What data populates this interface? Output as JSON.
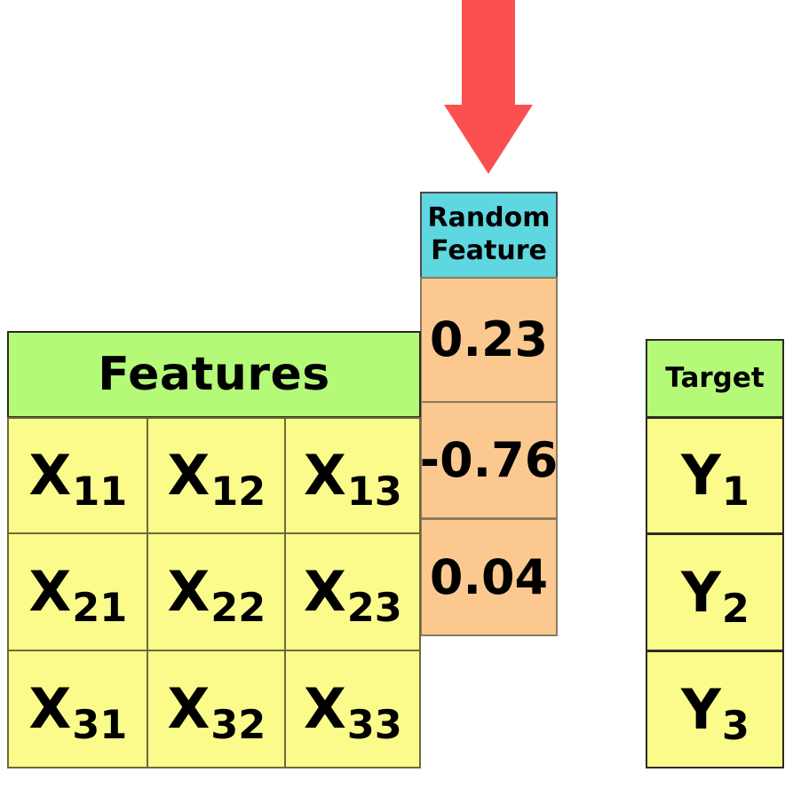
{
  "diagram": {
    "title_elements": {
      "features_header": "Features",
      "random_feature_header_line1": "Random",
      "random_feature_header_line2": "Feature",
      "target_header": "Target"
    },
    "colors": {
      "header_green": "#b4fa78",
      "cell_yellow": "#fbfb8c",
      "random_header_cyan": "#5ed7e0",
      "random_cell_orange": "#fbc98f",
      "arrow_red": "#fb5050",
      "text_black": "#000000"
    },
    "features_table": {
      "header": "Features",
      "rows": [
        [
          {
            "base": "X",
            "sub": "11"
          },
          {
            "base": "X",
            "sub": "12"
          },
          {
            "base": "X",
            "sub": "13"
          }
        ],
        [
          {
            "base": "X",
            "sub": "21"
          },
          {
            "base": "X",
            "sub": "22"
          },
          {
            "base": "X",
            "sub": "23"
          }
        ],
        [
          {
            "base": "X",
            "sub": "31"
          },
          {
            "base": "X",
            "sub": "32"
          },
          {
            "base": "X",
            "sub": "33"
          }
        ]
      ]
    },
    "random_feature_column": {
      "header": "Random Feature",
      "values": [
        "0.23",
        "-0.76",
        "0.04"
      ]
    },
    "target_column": {
      "header": "Target",
      "values": [
        {
          "base": "Y",
          "sub": "1"
        },
        {
          "base": "Y",
          "sub": "2"
        },
        {
          "base": "Y",
          "sub": "3"
        }
      ]
    },
    "arrow": {
      "icon": "down-arrow-icon",
      "direction": "down",
      "color": "#fb5050"
    }
  }
}
